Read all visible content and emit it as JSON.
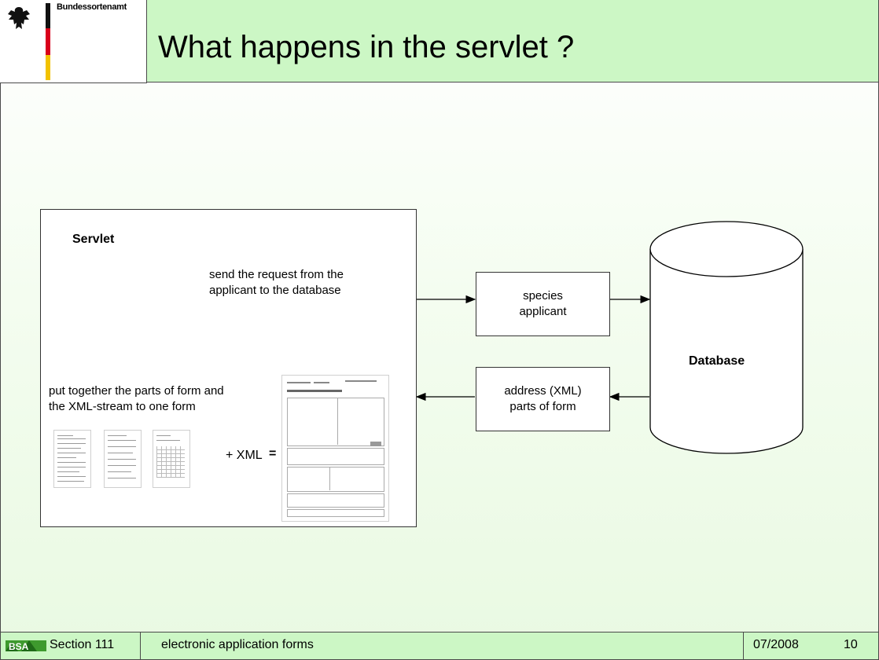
{
  "header": {
    "org_name": "Bundessortenamt",
    "title": "What happens in the servlet ?"
  },
  "servlet": {
    "title": "Servlet",
    "send_text_line1": "send the request from the",
    "send_text_line2": "applicant to the database",
    "put_text_line1": "put together the parts of form and",
    "put_text_line2": "the XML-stream to one form",
    "plus_xml": "+ XML",
    "equals": "="
  },
  "species_box": {
    "line1": "species",
    "line2": "applicant"
  },
  "address_box": {
    "line1": "address (XML)",
    "line2": "parts of form"
  },
  "database": {
    "label": "Database"
  },
  "footer": {
    "logo_text": "BSA",
    "section": "Section 111",
    "topic": "electronic application forms",
    "date": "07/2008",
    "page": "10"
  },
  "colors": {
    "title_band": "#ccf7c5",
    "footer_band": "#ccf7c5",
    "logo_green": "#3e9a2e"
  }
}
